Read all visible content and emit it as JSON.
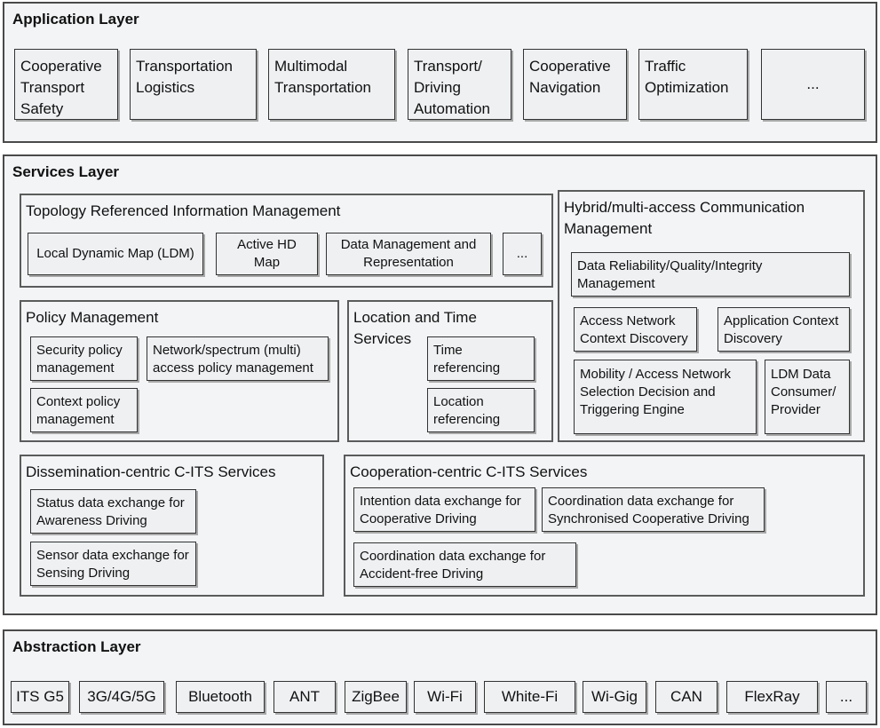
{
  "application_layer": {
    "title": "Application Layer",
    "items": [
      "Cooperative\nTransport\nSafety",
      "Transportation\nLogistics",
      "Multimodal\nTransportation",
      "Transport/\nDriving\nAutomation",
      "Cooperative\nNavigation",
      "Traffic\nOptimization",
      "..."
    ]
  },
  "services_layer": {
    "title": "Services Layer",
    "topology": {
      "title": "Topology Referenced Information Management",
      "items": [
        "Local Dynamic Map (LDM)",
        "Active HD\nMap",
        "Data Management and\nRepresentation",
        "..."
      ]
    },
    "hybrid": {
      "title": "Hybrid/multi-access Communication\nManagement",
      "items": [
        "Data Reliability/Quality/Integrity\nManagement",
        "Access Network\nContext Discovery",
        "Application Context\nDiscovery",
        "Mobility / Access Network\nSelection Decision and\nTriggering Engine",
        "LDM Data\nConsumer/\nProvider"
      ]
    },
    "policy": {
      "title": "Policy Management",
      "items": [
        "Security policy\nmanagement",
        "Network/spectrum (multi)\naccess policy management",
        "Context policy\nmanagement"
      ]
    },
    "location_time": {
      "title": "Location and Time\nServices",
      "items": [
        "Time\nreferencing",
        "Location\nreferencing"
      ]
    },
    "dissemination": {
      "title": "Dissemination-centric C-ITS Services",
      "items": [
        "Status data exchange for\nAwareness Driving",
        "Sensor data exchange for\nSensing Driving"
      ]
    },
    "cooperation": {
      "title": "Cooperation-centric C-ITS Services",
      "items": [
        "Intention data exchange for\nCooperative Driving",
        "Coordination data exchange for\nSynchronised Cooperative Driving",
        "Coordination data exchange for\nAccident-free Driving"
      ]
    }
  },
  "abstraction_layer": {
    "title": "Abstraction Layer",
    "items": [
      "ITS G5",
      "3G/4G/5G",
      "Bluetooth",
      "ANT",
      "ZigBee",
      "Wi-Fi",
      "White-Fi",
      "Wi-Gig",
      "CAN",
      "FlexRay",
      "..."
    ]
  }
}
